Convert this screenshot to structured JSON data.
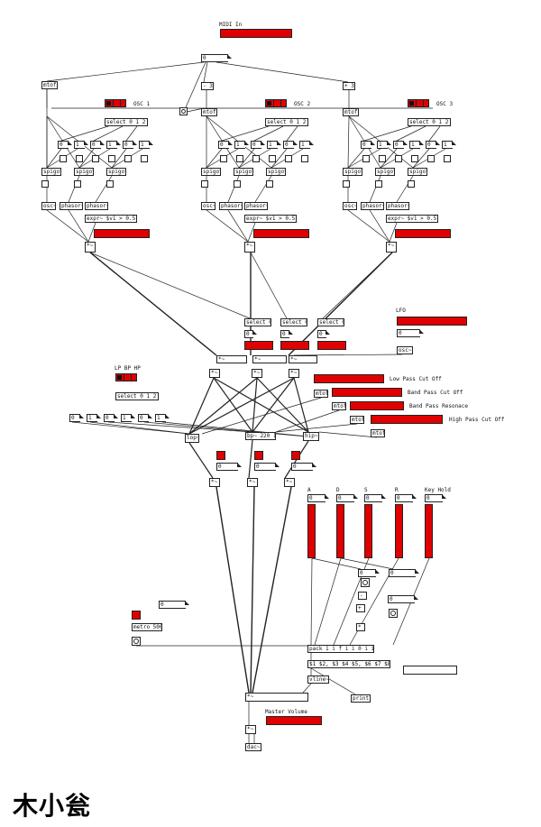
{
  "labels": {
    "midi_in": "MIDI In",
    "osc1": "OSC 1",
    "osc2": "OSC 2",
    "osc3": "OSC 3",
    "lfo": "LFO",
    "filter_mode": "LP BP HP",
    "lp_cutoff": "Low Pass Cut Off",
    "bp_cutoff": "Band Pass Cut Off",
    "bp_reso": "Band Pass Resonace",
    "hp_cutoff": "High Pass Cut Off",
    "env_a": "A",
    "env_d": "D",
    "env_s": "S",
    "env_r": "R",
    "key_hold": "Key Hold",
    "master_volume": "Master Volume"
  },
  "objects": {
    "midi_num": "0",
    "mtof": "mtof",
    "minus3": "- 3",
    "plus3": "+ 3",
    "select012": "select 0 1 2",
    "spigot": "spigot",
    "osc": "osc~",
    "phasor": "phasor~",
    "expr": "expr~ $v1 > 0.5",
    "mul": "*~",
    "select0": "select 0",
    "lfo_num": "0",
    "lfo_osc": "osc~",
    "zero": "0",
    "one": "1",
    "lop": "lop~",
    "bp": "bp~ 220 1",
    "hip": "hip~",
    "metro": "metro 500",
    "pack": "pack 1 i f i i 0 i i",
    "msg": "$1 $2, $3 $4 $5, $6 $7 $8(",
    "vline": "vline~",
    "print": "print",
    "dac": "dac~",
    "minus": "-",
    "plus": "+",
    "star": "*"
  },
  "signature": "木小瓮",
  "colors": {
    "slider": "#e00000",
    "line": "#222222"
  }
}
